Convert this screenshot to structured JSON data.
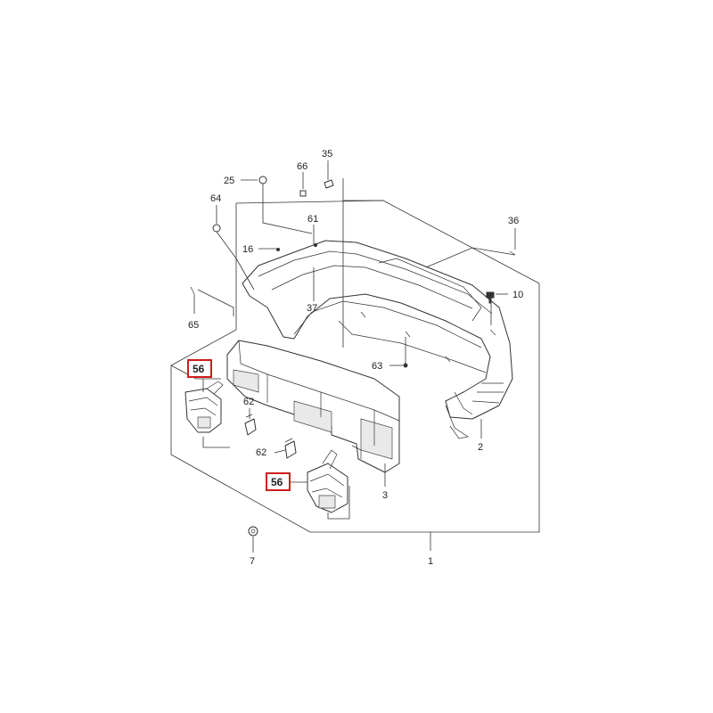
{
  "callouts": {
    "c1": "1",
    "c2": "2",
    "c3": "3",
    "c7": "7",
    "c10": "10",
    "c16": "16",
    "c25": "25",
    "c35": "35",
    "c36": "36",
    "c37": "37",
    "c56a": "56",
    "c56b": "56",
    "c61": "61",
    "c62a": "62",
    "c62b": "62",
    "c63": "63",
    "c64": "64",
    "c65": "65",
    "c66": "66"
  },
  "colors": {
    "line": "#333333",
    "highlight": "#d01c1c",
    "background": "#ffffff"
  }
}
